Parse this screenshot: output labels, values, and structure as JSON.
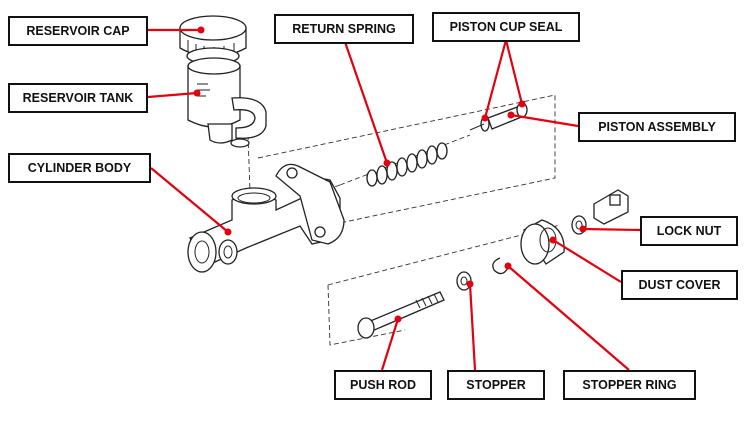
{
  "labels": {
    "reservoir_cap": "RESERVOIR CAP",
    "reservoir_tank": "RESERVOIR TANK",
    "cylinder_body": "CYLINDER BODY",
    "return_spring": "RETURN SPRING",
    "piston_cup_seal": "PISTON CUP SEAL",
    "piston_assembly": "PISTON ASSEMBLY",
    "lock_nut": "LOCK NUT",
    "dust_cover": "DUST COVER",
    "push_rod": "PUSH ROD",
    "stopper": "STOPPER",
    "stopper_ring": "STOPPER RING"
  },
  "colors": {
    "leader": "#e3000f",
    "outline": "#111111",
    "background": "#ffffff"
  }
}
